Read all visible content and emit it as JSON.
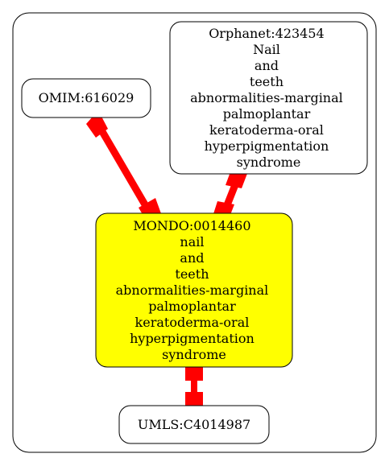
{
  "colors": {
    "edge": "#ff0000",
    "highlight_fill": "#ffff00",
    "node_fill": "#ffffff",
    "stroke": "#000000"
  },
  "nodes": {
    "orphanet": {
      "lines": [
        "Orphanet:423454",
        "Nail",
        "and",
        "teeth",
        "abnormalities-marginal",
        "palmoplantar",
        "keratoderma-oral",
        "hyperpigmentation",
        "syndrome"
      ]
    },
    "omim": {
      "lines": [
        "OMIM:616029"
      ]
    },
    "mondo": {
      "lines": [
        "MONDO:0014460",
        "nail",
        "and",
        "teeth",
        "abnormalities-marginal",
        "palmoplantar",
        "keratoderma-oral",
        "hyperpigmentation",
        "syndrome"
      ],
      "highlighted": true
    },
    "umls": {
      "lines": [
        "UMLS:C4014987"
      ]
    }
  },
  "edges": [
    {
      "from": "omim",
      "to": "mondo"
    },
    {
      "from": "orphanet",
      "to": "mondo"
    },
    {
      "from": "mondo",
      "to": "umls"
    }
  ]
}
